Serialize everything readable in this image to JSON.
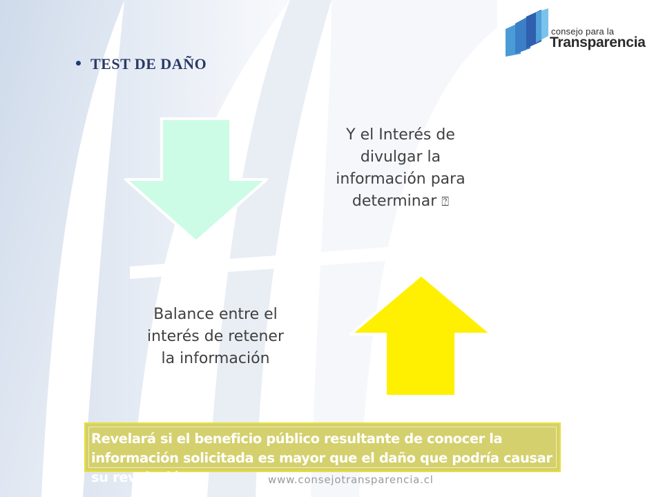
{
  "slide": {
    "bullet": "TEST DE DAÑO",
    "top_text": "Y el Interés de divulgar la información para determinar",
    "top_text_glyph": "⍰",
    "bottom_text": "Balance entre el interés de retener la información",
    "callout_text": "Revelará si el beneficio público resultante de conocer la información solicitada es mayor que el daño que podría causar su revelación",
    "footer_url": "www.consejotransparencia.cl"
  },
  "logo": {
    "small_text": "consejo para la",
    "big_text": "Transparencia"
  },
  "colors": {
    "down_arrow": "#ccfce6",
    "up_arrow": "#ffef00",
    "callout_bg": "#d4d06d",
    "callout_border": "#e7e03a",
    "bullet_text": "#2a3a66",
    "body_text": "#404040",
    "logo_blue": "#3b7fc6"
  }
}
